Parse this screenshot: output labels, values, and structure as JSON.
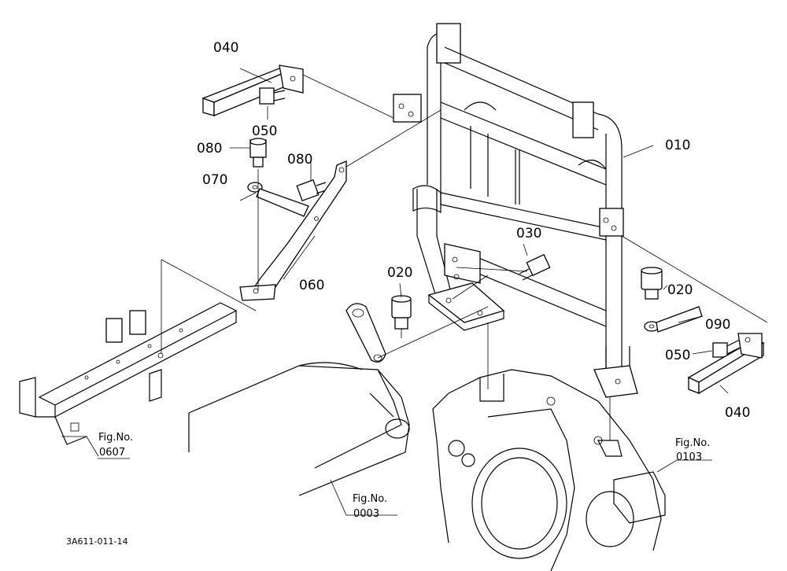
{
  "callouts": {
    "c010": "010",
    "c020a": "020",
    "c020b": "020",
    "c030": "030",
    "c040a": "040",
    "c040b": "040",
    "c050a": "050",
    "c050b": "050",
    "c060": "060",
    "c070": "070",
    "c080a": "080",
    "c080b": "080",
    "c090": "090"
  },
  "fig_refs": {
    "label": "Fig.No.",
    "f0607": "0607",
    "f0003": "0003",
    "f0103": "0103"
  },
  "drawing_code": "3A611-011-14"
}
